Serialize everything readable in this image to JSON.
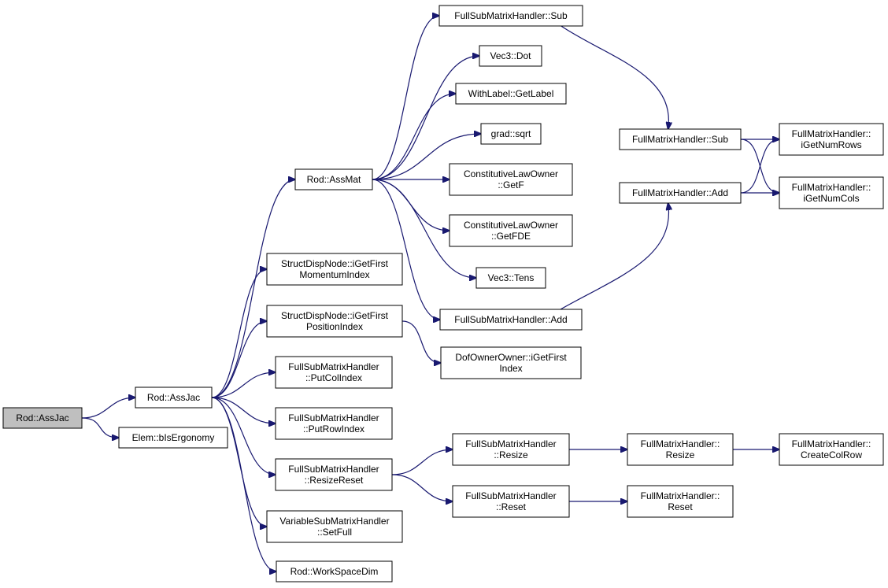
{
  "colors": {
    "edge": "#191970",
    "root_fill": "#bfbfbf",
    "node_fill": "#ffffff",
    "node_border": "#000000"
  },
  "nodes": [
    {
      "id": "rod_assjac_root",
      "lines": [
        "Rod::AssJac"
      ],
      "root": true
    },
    {
      "id": "rod_assjac",
      "lines": [
        "Rod::AssJac"
      ]
    },
    {
      "id": "elem_bisergonomy",
      "lines": [
        "Elem::bIsErgonomy"
      ]
    },
    {
      "id": "rod_assmat",
      "lines": [
        "Rod::AssMat"
      ]
    },
    {
      "id": "sdn_momentum",
      "lines": [
        "StructDispNode::iGetFirst",
        "MomentumIndex"
      ]
    },
    {
      "id": "sdn_position",
      "lines": [
        "StructDispNode::iGetFirst",
        "PositionIndex"
      ]
    },
    {
      "id": "fsmh_putcol",
      "lines": [
        "FullSubMatrixHandler",
        "::PutColIndex"
      ]
    },
    {
      "id": "fsmh_putrow",
      "lines": [
        "FullSubMatrixHandler",
        "::PutRowIndex"
      ]
    },
    {
      "id": "fsmh_resizereset",
      "lines": [
        "FullSubMatrixHandler",
        "::ResizeReset"
      ]
    },
    {
      "id": "vsmh_setfull",
      "lines": [
        "VariableSubMatrixHandler",
        "::SetFull"
      ]
    },
    {
      "id": "rod_workspacedim",
      "lines": [
        "Rod::WorkSpaceDim"
      ]
    },
    {
      "id": "fsmh_sub",
      "lines": [
        "FullSubMatrixHandler::Sub"
      ]
    },
    {
      "id": "vec3_dot",
      "lines": [
        "Vec3::Dot"
      ]
    },
    {
      "id": "withlabel_getlabel",
      "lines": [
        "WithLabel::GetLabel"
      ]
    },
    {
      "id": "grad_sqrt",
      "lines": [
        "grad::sqrt"
      ]
    },
    {
      "id": "clo_getf",
      "lines": [
        "ConstitutiveLawOwner",
        "::GetF"
      ]
    },
    {
      "id": "clo_getfde",
      "lines": [
        "ConstitutiveLawOwner",
        "::GetFDE"
      ]
    },
    {
      "id": "vec3_tens",
      "lines": [
        "Vec3::Tens"
      ]
    },
    {
      "id": "fsmh_add",
      "lines": [
        "FullSubMatrixHandler::Add"
      ]
    },
    {
      "id": "doo_getfirst",
      "lines": [
        "DofOwnerOwner::iGetFirst",
        "Index"
      ]
    },
    {
      "id": "fsmh_resize",
      "lines": [
        "FullSubMatrixHandler",
        "::Resize"
      ]
    },
    {
      "id": "fsmh_reset",
      "lines": [
        "FullSubMatrixHandler",
        "::Reset"
      ]
    },
    {
      "id": "fmh_sub",
      "lines": [
        "FullMatrixHandler::Sub"
      ]
    },
    {
      "id": "fmh_add",
      "lines": [
        "FullMatrixHandler::Add"
      ]
    },
    {
      "id": "fmh_resize",
      "lines": [
        "FullMatrixHandler::",
        "Resize"
      ]
    },
    {
      "id": "fmh_reset",
      "lines": [
        "FullMatrixHandler::",
        "Reset"
      ]
    },
    {
      "id": "fmh_getnumrows",
      "lines": [
        "FullMatrixHandler::",
        "iGetNumRows"
      ]
    },
    {
      "id": "fmh_getnumcols",
      "lines": [
        "FullMatrixHandler::",
        "iGetNumCols"
      ]
    },
    {
      "id": "fmh_createcolrow",
      "lines": [
        "FullMatrixHandler::",
        "CreateColRow"
      ]
    }
  ],
  "edges": [
    [
      "rod_assjac_root",
      "rod_assjac"
    ],
    [
      "rod_assjac_root",
      "elem_bisergonomy"
    ],
    [
      "rod_assjac",
      "rod_assmat"
    ],
    [
      "rod_assjac",
      "sdn_momentum"
    ],
    [
      "rod_assjac",
      "sdn_position"
    ],
    [
      "rod_assjac",
      "fsmh_putcol"
    ],
    [
      "rod_assjac",
      "fsmh_putrow"
    ],
    [
      "rod_assjac",
      "fsmh_resizereset"
    ],
    [
      "rod_assjac",
      "vsmh_setfull"
    ],
    [
      "rod_assjac",
      "rod_workspacedim"
    ],
    [
      "rod_assmat",
      "fsmh_sub"
    ],
    [
      "rod_assmat",
      "vec3_dot"
    ],
    [
      "rod_assmat",
      "withlabel_getlabel"
    ],
    [
      "rod_assmat",
      "grad_sqrt"
    ],
    [
      "rod_assmat",
      "clo_getf"
    ],
    [
      "rod_assmat",
      "clo_getfde"
    ],
    [
      "rod_assmat",
      "vec3_tens"
    ],
    [
      "rod_assmat",
      "fsmh_add"
    ],
    [
      "sdn_position",
      "doo_getfirst"
    ],
    [
      "fsmh_resizereset",
      "fsmh_resize"
    ],
    [
      "fsmh_resizereset",
      "fsmh_reset"
    ],
    [
      "fsmh_sub",
      "fmh_sub"
    ],
    [
      "fsmh_add",
      "fmh_add"
    ],
    [
      "fsmh_resize",
      "fmh_resize"
    ],
    [
      "fsmh_reset",
      "fmh_reset"
    ],
    [
      "fmh_sub",
      "fmh_getnumrows"
    ],
    [
      "fmh_sub",
      "fmh_getnumcols"
    ],
    [
      "fmh_add",
      "fmh_getnumrows"
    ],
    [
      "fmh_add",
      "fmh_getnumcols"
    ],
    [
      "fmh_resize",
      "fmh_createcolrow"
    ]
  ]
}
